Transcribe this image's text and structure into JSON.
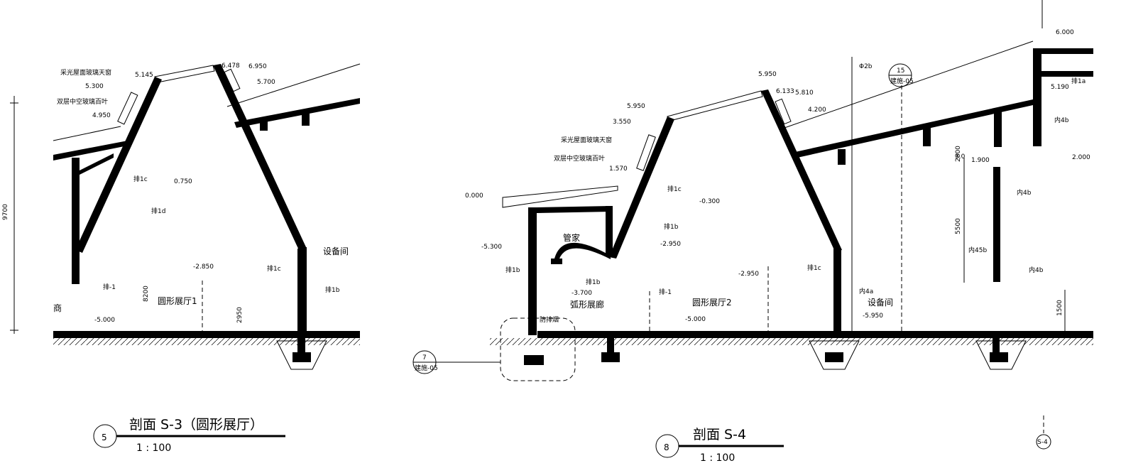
{
  "sheet": {
    "section_left": {
      "number": "5",
      "title": "剖面 S-3（圆形展厅）",
      "scale": "1 : 100",
      "rooms": [
        "圆形展厅1",
        "设备间",
        "商"
      ],
      "elevations": [
        "6.478",
        "6.950",
        "5.700",
        "5.145",
        "5.300",
        "4.950",
        "0.750",
        "-2.850",
        "-5.000"
      ],
      "notes": [
        "采光屋面玻璃天窗",
        "双层中空玻璃百叶",
        "排1c",
        "排1c",
        "排1d",
        "排1b",
        "排-1"
      ],
      "dims": [
        "9700",
        "8200",
        "2950"
      ]
    },
    "section_right": {
      "number": "8",
      "title": "剖面 S-4",
      "scale": "1 : 100",
      "rooms": [
        "管家",
        "弧形展廊",
        "圆形展厅2",
        "设备间"
      ],
      "elevations": [
        "6.000",
        "5.190",
        "6.133",
        "5.950",
        "5.950",
        "4.200",
        "5.810",
        "3.550",
        "1.570",
        "0.000",
        "-0.300",
        "-2.950",
        "-3.700",
        "-2.950",
        "-5.000",
        "-5.300",
        "-5.950",
        "1.900",
        "2.000"
      ],
      "notes": [
        "采光屋面玻璃天窗",
        "双层中空玻璃百叶",
        "排1c",
        "排1b",
        "排1c",
        "排1b",
        "排1a",
        "排-1",
        "排1b",
        "内4b",
        "内45b",
        "内4b",
        "内4b",
        "内4a",
        "防排烟"
      ],
      "dims": [
        "5500",
        "1500",
        "2800"
      ],
      "callouts": [
        {
          "num": "7",
          "ref": "建施-05"
        },
        {
          "num": "15",
          "ref": "建施-05"
        },
        {
          "num": "S-4",
          "ref": ""
        }
      ],
      "marks": [
        "Φ2b",
        "3.0"
      ]
    }
  },
  "colors": {
    "ink": "#000000",
    "paper": "#ffffff"
  }
}
